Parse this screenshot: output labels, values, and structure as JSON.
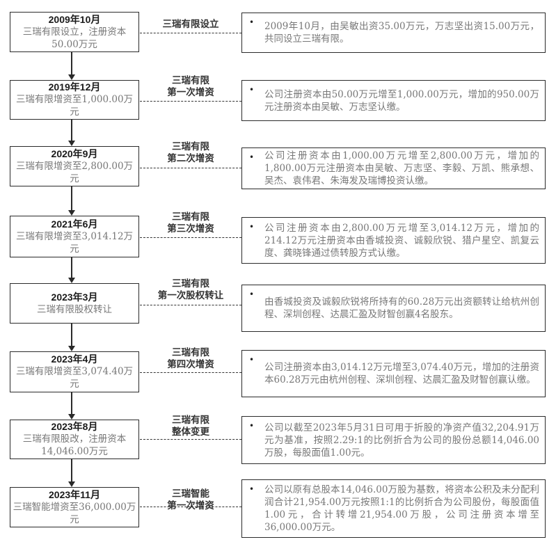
{
  "stages": [
    {
      "date": "2009年10月",
      "summary": "三瑞有限设立，注册资本50.00万元",
      "event_label": "三瑞有限设立",
      "detail": "2009年10月，由吴敏出资35.00万元，万志坚出资15.00万元，共同设立三瑞有限。"
    },
    {
      "date": "2019年12月",
      "summary": "三瑞有限增资至1,000.00万元",
      "event_label": "三瑞有限\n第一次增资",
      "detail": "公司注册资本由50.00万元增至1,000.00万元，增加的950.00万元注册资本由吴敏、万志坚认缴。"
    },
    {
      "date": "2020年9月",
      "summary": "三瑞有限增资至2,800.00万元",
      "event_label": "三瑞有限\n第二次增资",
      "detail": "公司注册资本由1,000.00万元增至2,800.00万元，增加的1,800.00万元注册资本由吴敏、万志坚、李毅、万凯、熊承想、吴杰、袁伟君、朱海发及瑞博投资认缴。"
    },
    {
      "date": "2021年6月",
      "summary": "三瑞有限增资至3,014.12万元",
      "event_label": "三瑞有限\n第三次增资",
      "detail": "公司注册资本由2,800.00万元增至3,014.12万元，增加的214.12万元注册资本由香城投资、诚毅欣锐、猎户星空、凯复云度、龚晓锋通过债转股方式认缴。"
    },
    {
      "date": "2023年3月",
      "summary": "三瑞有限股权转让",
      "event_label": "三瑞有限\n第一次股权转让",
      "detail": "由香城投资及诚毅欣锐将所持有的60.28万元出资额转让给杭州创程、深圳创程、达晨汇盈及财智创赢4名股东。"
    },
    {
      "date": "2023年4月",
      "summary": "三瑞有限增资至3,074.40万元",
      "event_label": "三瑞有限\n第四次增资",
      "detail": "公司注册资本由3,014.12万元增至3,074.40万元，增加的注册资本60.28万元由杭州创程、深圳创程、达晨汇盈及财智创赢认缴。"
    },
    {
      "date": "2023年8月",
      "summary": "三瑞有限股改，注册资本14,046.00万元",
      "event_label": "三瑞有限\n整体变更",
      "detail": "公司以截至2023年5月31日可用于折股的净资产值32,204.91万元为基准，按照2.29:1的比例折合为公司的股份总额14,046.00万股，每股面值1.00元。"
    },
    {
      "date": "2023年11月",
      "summary": "三瑞智能增资至36,000.00万元",
      "event_label": "三瑞智能\n第一次增资",
      "detail": "公司以原有总股本14,046.00万股为基数，将资本公积及未分配利润合计21,954.00万元按照1:1的比例折合为公司股份，每股面值1.00元，合计转增21,954.00万股，公司注册资本增至36,000.00万元。"
    }
  ],
  "bullet_symbol": "•"
}
